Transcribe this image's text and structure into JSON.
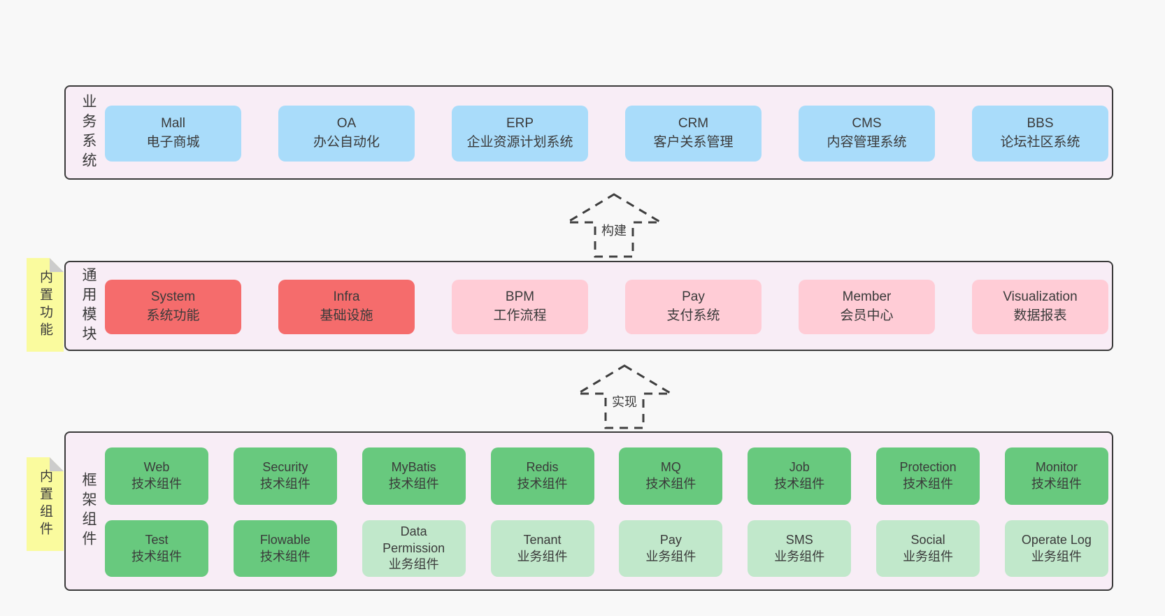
{
  "colors": {
    "page-bg": "#f8f8f8",
    "panel-bg": "#f8edf6",
    "panel-border": "#3a3a3a",
    "blue": "#a9dcfa",
    "red": "#f56c6c",
    "pink": "#ffccd6",
    "green": "#68c97e",
    "green-light": "#c1e8cb",
    "yellow": "#fafb9e",
    "fold": "#cccccc",
    "text": "#3a3a3a",
    "arrow": "#3f3f3f"
  },
  "sections": {
    "business": {
      "label": "业务系统",
      "boxes": [
        {
          "name": "Mall",
          "desc": "电子商城"
        },
        {
          "name": "OA",
          "desc": "办公自动化"
        },
        {
          "name": "ERP",
          "desc": "企业资源计划系统"
        },
        {
          "name": "CRM",
          "desc": "客户关系管理"
        },
        {
          "name": "CMS",
          "desc": "内容管理系统"
        },
        {
          "name": "BBS",
          "desc": "论坛社区系统"
        }
      ]
    },
    "modules": {
      "label": "通用模块",
      "note": "内置功能",
      "boxes": [
        {
          "name": "System",
          "desc": "系统功能"
        },
        {
          "name": "Infra",
          "desc": "基础设施"
        },
        {
          "name": "BPM",
          "desc": "工作流程"
        },
        {
          "name": "Pay",
          "desc": "支付系统"
        },
        {
          "name": "Member",
          "desc": "会员中心"
        },
        {
          "name": "Visualization",
          "desc": "数据报表"
        }
      ]
    },
    "components": {
      "label": "框架组件",
      "note": "内置组件",
      "row1": [
        {
          "name": "Web",
          "desc": "技术组件"
        },
        {
          "name": "Security",
          "desc": "技术组件"
        },
        {
          "name": "MyBatis",
          "desc": "技术组件"
        },
        {
          "name": "Redis",
          "desc": "技术组件"
        },
        {
          "name": "MQ",
          "desc": "技术组件"
        },
        {
          "name": "Job",
          "desc": "技术组件"
        },
        {
          "name": "Protection",
          "desc": "技术组件"
        },
        {
          "name": "Monitor",
          "desc": "技术组件"
        }
      ],
      "row2": [
        {
          "name": "Test",
          "desc": "技术组件"
        },
        {
          "name": "Flowable",
          "desc": "技术组件"
        },
        {
          "name": "Data Permission",
          "desc": "业务组件"
        },
        {
          "name": "Tenant",
          "desc": "业务组件"
        },
        {
          "name": "Pay",
          "desc": "业务组件"
        },
        {
          "name": "SMS",
          "desc": "业务组件"
        },
        {
          "name": "Social",
          "desc": "业务组件"
        },
        {
          "name": "Operate Log",
          "desc": "业务组件"
        }
      ]
    }
  },
  "arrows": {
    "build": {
      "label": "构建"
    },
    "implement": {
      "label": "实现"
    }
  }
}
